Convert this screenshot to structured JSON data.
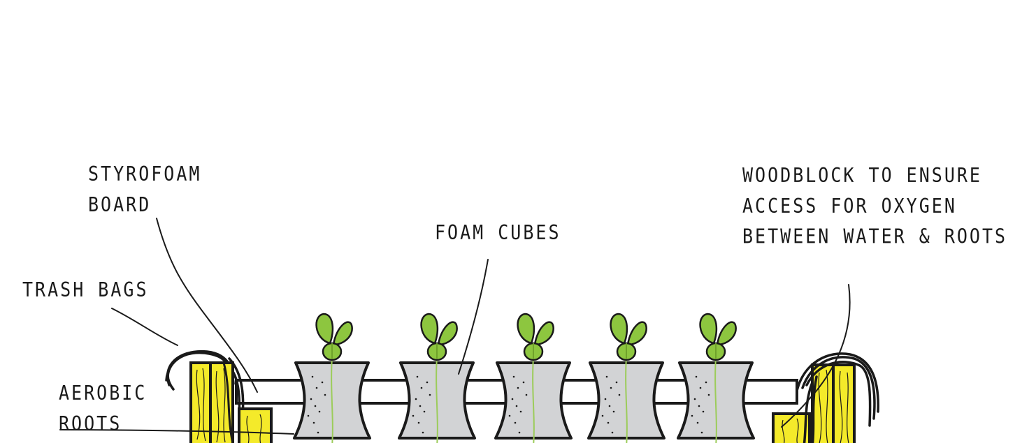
{
  "labels": {
    "styrofoam": [
      "STYROFOAM",
      "BOARD"
    ],
    "trash_bags": [
      "TRASH BAGS"
    ],
    "aerobic_roots": [
      "AEROBIC",
      "ROOTS"
    ],
    "foam_cubes": [
      "FOAM CUBES"
    ],
    "woodblock": [
      "WOODBLOCK TO ENSURE",
      "ACCESS FOR OXYGEN",
      "BETWEEN WATER & ROOTS"
    ]
  },
  "plants": {
    "count": 5
  },
  "colors": {
    "ink": "#1a1a1a",
    "wood": "#f4ea2a",
    "foam": "#d2d3d5",
    "leaf": "#8dc63f",
    "leaf_dark": "#6fa22b",
    "root": "#9ccc5a"
  }
}
